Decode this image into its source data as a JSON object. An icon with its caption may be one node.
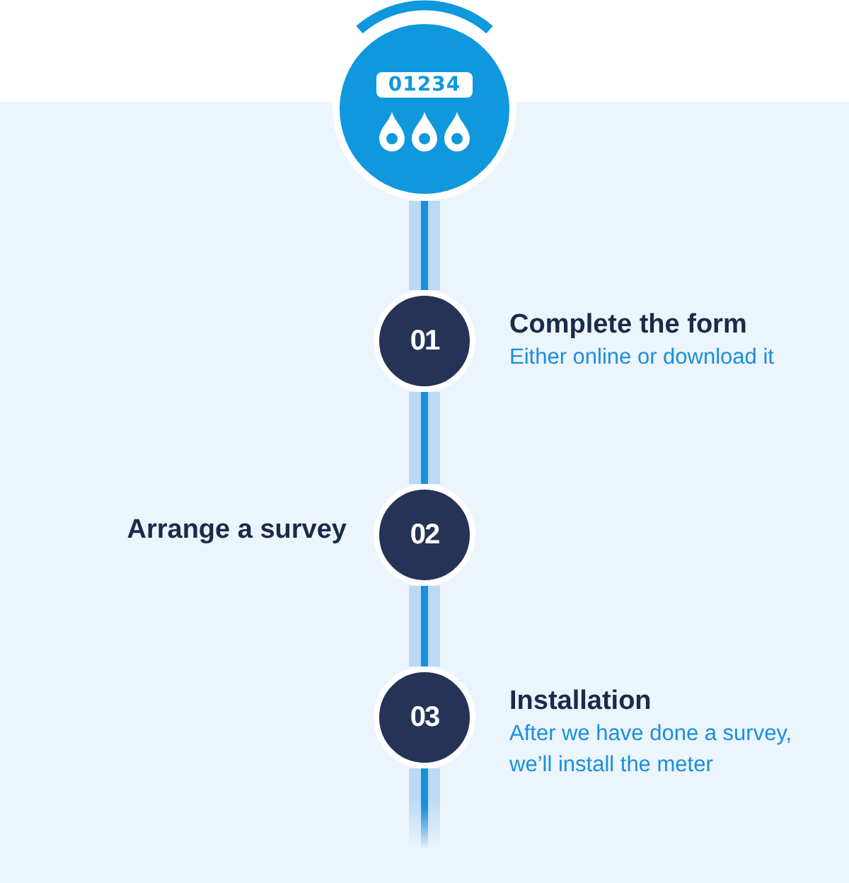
{
  "diagram": {
    "nodes": [
      {
        "text": [
          "01234"
        ]
      },
      {
        "text": [
          "01"
        ],
        "beside": [
          "Complete the form",
          "Either online or download it"
        ]
      },
      {
        "text": [
          "02"
        ],
        "beside": [
          "Arrange a survey"
        ]
      },
      {
        "text": [
          "03"
        ],
        "beside": [
          "Installation",
          "After we have done a survey, we’ll install the meter"
        ]
      }
    ],
    "edges": [
      {
        "from": 0,
        "to": 1,
        "arrow": "none"
      },
      {
        "from": 1,
        "to": 2,
        "arrow": "none"
      },
      {
        "from": 2,
        "to": 3,
        "arrow": "none"
      },
      {
        "from": 3,
        "to": null,
        "arrow": "none"
      }
    ]
  }
}
